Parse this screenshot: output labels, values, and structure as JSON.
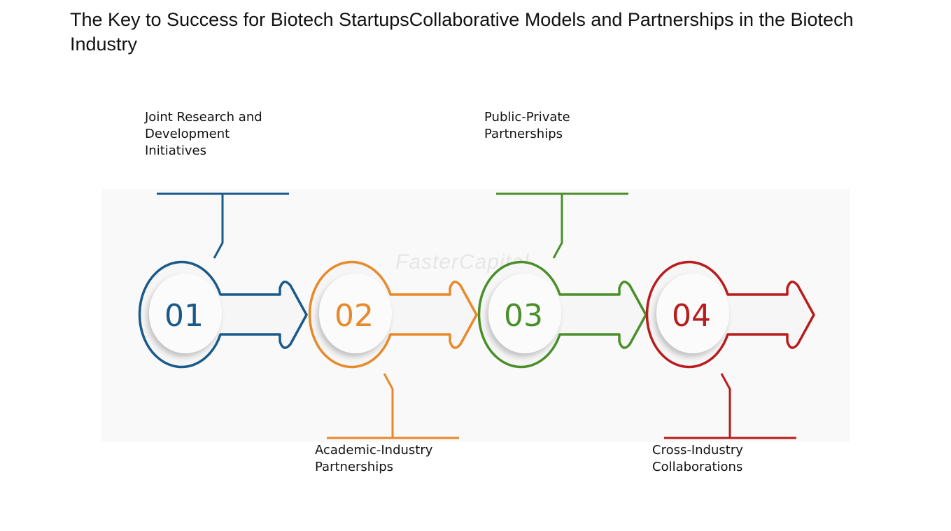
{
  "title": "The Key to Success for Biotech StartupsCollaborative Models and Partnerships in the Biotech Industry",
  "watermark": "FasterCapital",
  "steps": [
    {
      "number": "01",
      "label": "Joint Research and Development Initiatives",
      "color": "#1a5a8a",
      "callout": "top"
    },
    {
      "number": "02",
      "label": "Academic-Industry Partnerships",
      "color": "#e8892a",
      "callout": "bottom"
    },
    {
      "number": "03",
      "label": "Public-Private Partnerships",
      "color": "#4a8f2a",
      "callout": "top"
    },
    {
      "number": "04",
      "label": "Cross-Industry Collaborations",
      "color": "#b81c1c",
      "callout": "bottom"
    }
  ]
}
